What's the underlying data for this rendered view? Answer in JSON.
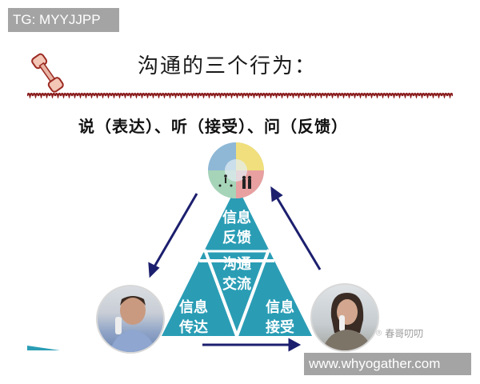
{
  "overlay": {
    "tg_label": "TG: MYYJJPP",
    "url_label": "www.whyogather.com"
  },
  "slide": {
    "title": "沟通的三个行为：",
    "subtitle": "说（表达）、听（接受）、问（反馈）",
    "icon": "telephone-handset-icon",
    "divider": "phone-cord-divider",
    "colors": {
      "triangle": "#2a9db5",
      "triangle_lines": "#ffffff",
      "arrows": "#1c1f6e",
      "cord": "#8b1d1d"
    },
    "triangle": {
      "top": {
        "line1": "信息",
        "line2": "反馈"
      },
      "center": {
        "line1": "沟通",
        "line2": "交流"
      },
      "left": {
        "line1": "信息",
        "line2": "传达"
      },
      "right": {
        "line1": "信息",
        "line2": "接受"
      }
    },
    "nodes": {
      "top": "people-circle-icon",
      "left": "man-on-phone-photo",
      "right": "woman-on-phone-photo"
    },
    "watermark": "春哥叨叨"
  }
}
